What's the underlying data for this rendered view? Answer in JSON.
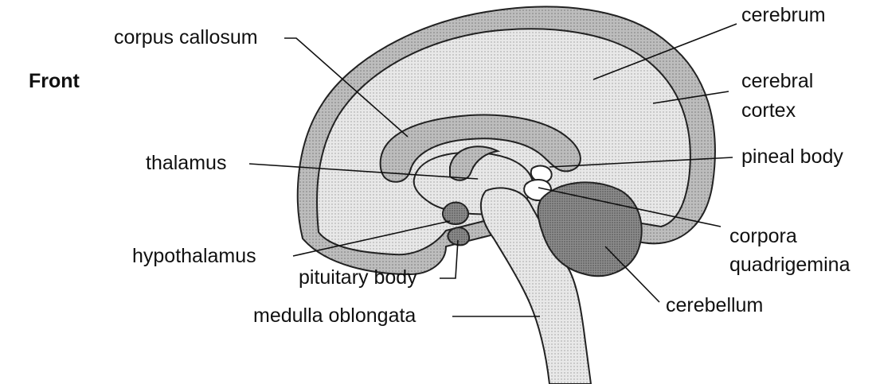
{
  "orientation": {
    "front": "Front"
  },
  "labels": {
    "corpus_callosum": "corpus callosum",
    "cerebrum": "cerebrum",
    "cerebral_cortex_1": "cerebral",
    "cerebral_cortex_2": "cortex",
    "thalamus": "thalamus",
    "pineal_body": "pineal body",
    "hypothalamus": "hypothalamus",
    "pituitary_body": "pituitary body",
    "corpora_quadrigemina_1": "corpora",
    "corpora_quadrigemina_2": "quadrigemina",
    "medulla_oblongata": "medulla oblongata",
    "cerebellum": "cerebellum"
  },
  "colors": {
    "cortex": "#cfcfcf",
    "cerebrum": "#e6e6e6",
    "deep_structures": "#a9a9a9",
    "cerebellum": "#6f6f6f",
    "brainstem": "#dcdcdc",
    "outline": "#222222"
  }
}
